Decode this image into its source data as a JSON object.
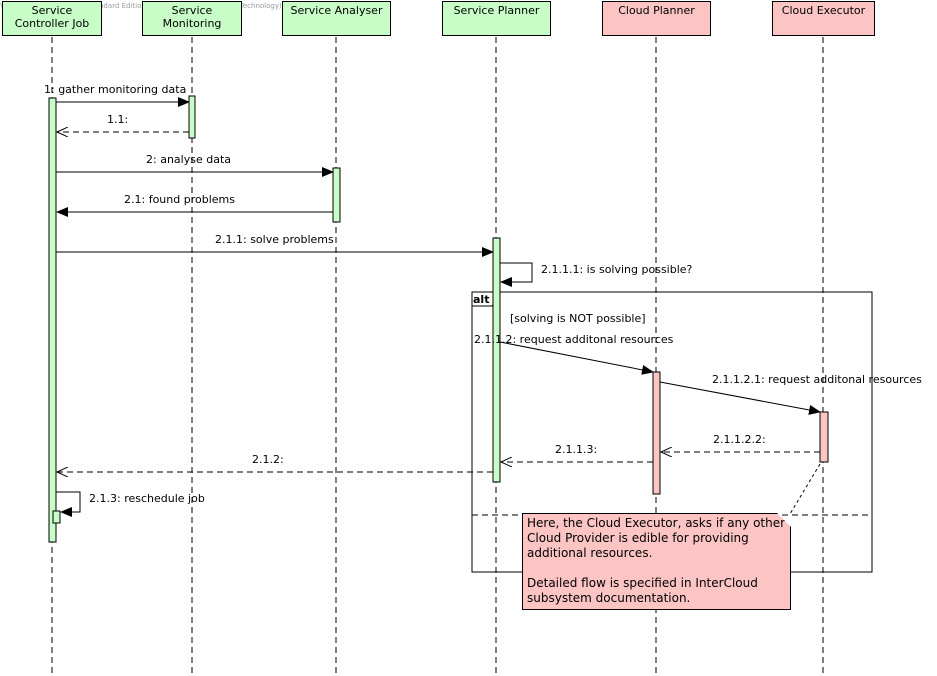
{
  "watermark": "Visual Paradigm for UML Standard Edition(University of Science and Technology)",
  "lifelines": [
    {
      "name": "Service\nController Job",
      "color": "green"
    },
    {
      "name": "Service\nMonitoring",
      "color": "green"
    },
    {
      "name": "Service Analyser",
      "color": "green"
    },
    {
      "name": "Service Planner",
      "color": "green"
    },
    {
      "name": "Cloud Planner",
      "color": "pink"
    },
    {
      "name": "Cloud Executor",
      "color": "pink"
    }
  ],
  "messages": [
    {
      "label": "1: gather monitoring data",
      "from": 0,
      "to": 1,
      "kind": "sync"
    },
    {
      "label": "1.1:",
      "from": 1,
      "to": 0,
      "kind": "return"
    },
    {
      "label": "2: analyse data",
      "from": 0,
      "to": 2,
      "kind": "sync"
    },
    {
      "label": "2.1: found problems",
      "from": 2,
      "to": 0,
      "kind": "sync"
    },
    {
      "label": "2.1.1: solve problems",
      "from": 0,
      "to": 3,
      "kind": "sync"
    },
    {
      "label": "2.1.1.1: is solving possible?",
      "from": 3,
      "to": 3,
      "kind": "self"
    },
    {
      "label": "2.1.1.2: request additonal resources",
      "from": 3,
      "to": 4,
      "kind": "sync"
    },
    {
      "label": "2.1.1.2.1: request additonal resources",
      "from": 4,
      "to": 5,
      "kind": "sync"
    },
    {
      "label": "2.1.1.2.2:",
      "from": 5,
      "to": 4,
      "kind": "return"
    },
    {
      "label": "2.1.1.3:",
      "from": 4,
      "to": 3,
      "kind": "return"
    },
    {
      "label": "2.1.2:",
      "from": 3,
      "to": 0,
      "kind": "return"
    },
    {
      "label": "2.1.3: reschedule job",
      "from": 0,
      "to": 0,
      "kind": "self"
    }
  ],
  "fragment": {
    "operator": "alt",
    "guard": "[solving is NOT possible]"
  },
  "note": {
    "text": "Here, the Cloud Executor, asks if any other Cloud Provider is edible for providing additional resources.\n\nDetailed flow is specified in InterCloud subsystem documentation."
  },
  "colors": {
    "green": "#c8fdc8",
    "pink": "#fdc4c4",
    "line": "#000000"
  }
}
